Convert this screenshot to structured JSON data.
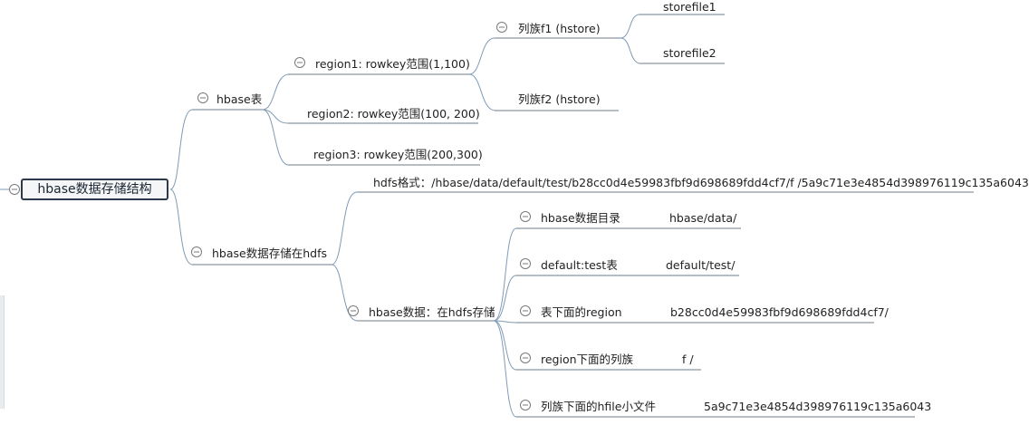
{
  "root": {
    "label": "hbase数据存储结构"
  },
  "branches": {
    "hbase_table": {
      "label": "hbase表",
      "region1": {
        "label": "region1:    rowkey范围(1,100)",
        "cf1": {
          "label": "列族f1    (hstore)",
          "storefile1": "storefile1",
          "storefile2": "storefile2"
        },
        "cf2": {
          "label": "列族f2    (hstore)"
        }
      },
      "region2": {
        "label": "region2:    rowkey范围(100, 200)"
      },
      "region3": {
        "label": "region3:    rowkey范围(200,300)"
      }
    },
    "hdfs_storage": {
      "label": "hbase数据存储在hdfs",
      "format": {
        "label": "hdfs格式：/hbase/data/default/test/b28cc0d4e59983fbf9d698689fdd4cf7/f /5a9c71e3e4854d398976119c135a6043"
      },
      "hdfs_data": {
        "label": "hbase数据：在hdfs存储",
        "items": [
          {
            "label": "hbase数据目录",
            "value": "hbase/data/"
          },
          {
            "label": "default:test表",
            "value": "default/test/"
          },
          {
            "label": "表下面的region",
            "value": "b28cc0d4e59983fbf9d698689fdd4cf7/"
          },
          {
            "label": "region下面的列族",
            "value": "f /"
          },
          {
            "label": "列族下面的hfile小文件",
            "value": "5a9c71e3e4854d398976119c135a6043"
          }
        ]
      }
    }
  },
  "colors": {
    "connector": "#7f9bb6",
    "underline": "#6e7b88",
    "toggle": "#7a7a7a",
    "root_border": "#2c3a4c",
    "text": "#222222"
  },
  "icons": {
    "collapse": "minus-circle-icon"
  }
}
